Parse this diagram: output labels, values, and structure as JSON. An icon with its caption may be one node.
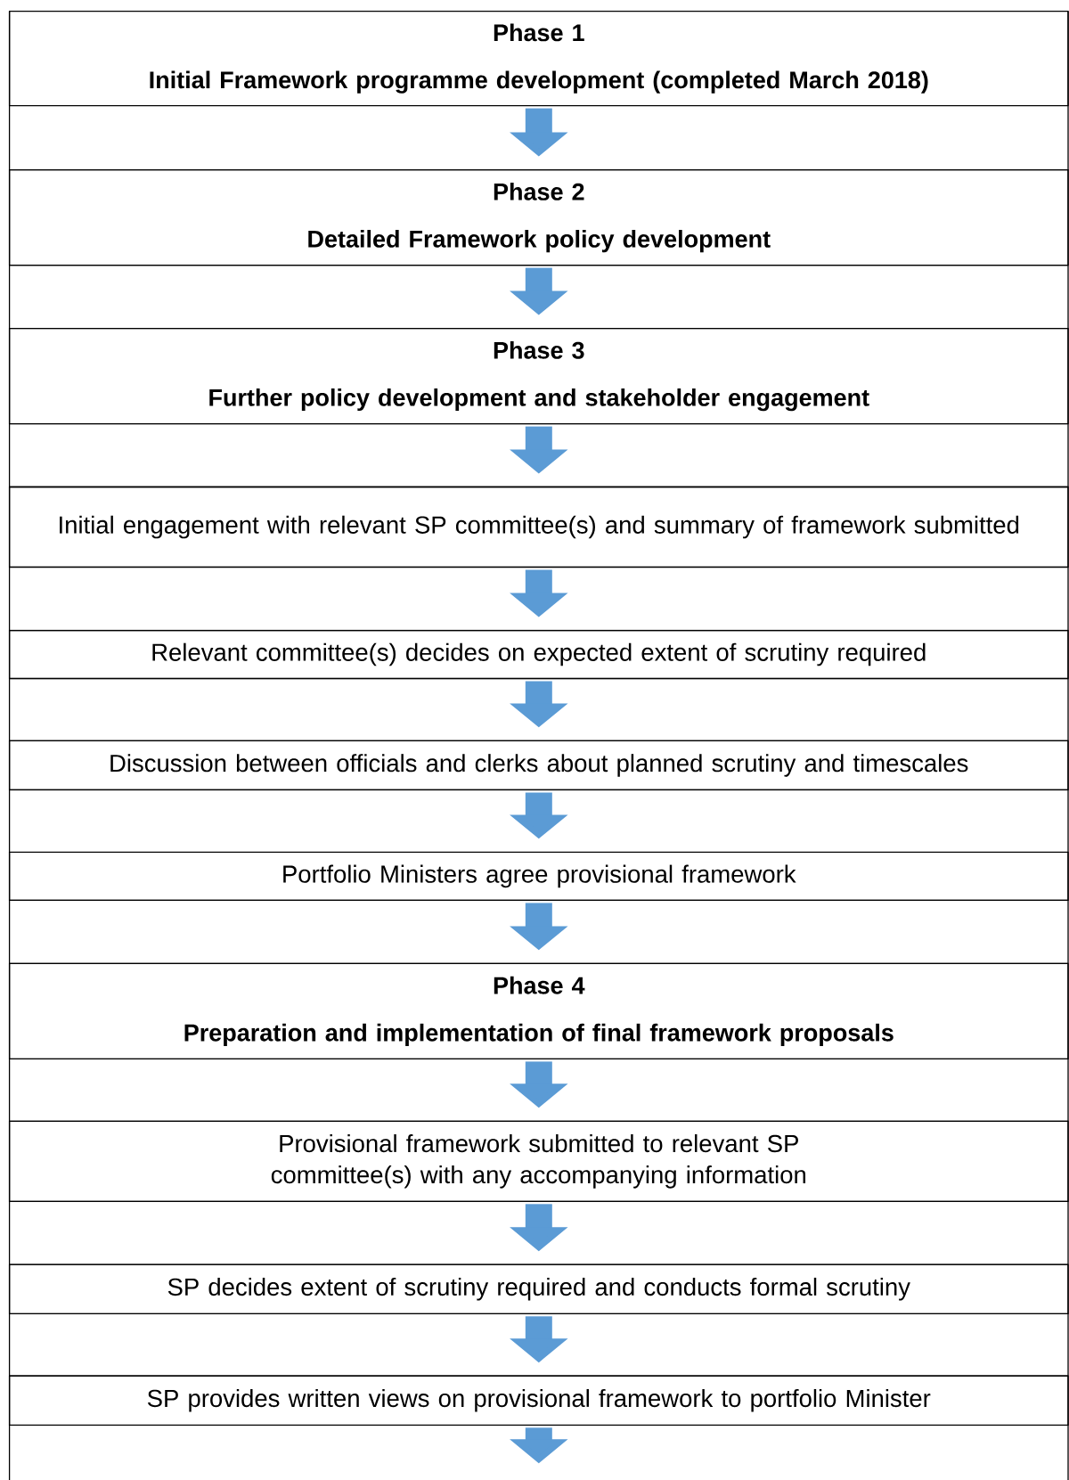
{
  "diagram": {
    "nodes": [
      {
        "text": [
          "Phase 1",
          "Initial Framework programme development (completed March 2018)"
        ]
      },
      {
        "text": [
          "Phase 2",
          "Detailed Framework policy development"
        ]
      },
      {
        "text": [
          "Phase 3",
          "Further policy development and stakeholder engagement"
        ]
      },
      {
        "text": [
          "Initial engagement with relevant SP committee(s) and summary of framework submitted"
        ]
      },
      {
        "text": [
          "Relevant committee(s) decides on expected extent of scrutiny required"
        ]
      },
      {
        "text": [
          "Discussion between officials and clerks about planned scrutiny and timescales"
        ]
      },
      {
        "text": [
          "Portfolio Ministers agree provisional framework"
        ]
      },
      {
        "text": [
          "Phase 4",
          "Preparation and implementation of final framework proposals"
        ]
      },
      {
        "text": [
          "Provisional framework submitted to relevant SP committee(s) with any accompanying information"
        ]
      },
      {
        "text": [
          "SP decides extent of scrutiny required and conducts formal scrutiny"
        ]
      },
      {
        "text": [
          "SP provides written views on provisional framework to portfolio Minister"
        ]
      }
    ],
    "edges": [
      {
        "from": 0,
        "to": 1,
        "arrow": "to"
      },
      {
        "from": 1,
        "to": 2,
        "arrow": "to"
      },
      {
        "from": 2,
        "to": 3,
        "arrow": "to"
      },
      {
        "from": 3,
        "to": 4,
        "arrow": "to"
      },
      {
        "from": 4,
        "to": 5,
        "arrow": "to"
      },
      {
        "from": 5,
        "to": 6,
        "arrow": "to"
      },
      {
        "from": 6,
        "to": 7,
        "arrow": "to"
      },
      {
        "from": 7,
        "to": 8,
        "arrow": "to"
      },
      {
        "from": 8,
        "to": 9,
        "arrow": "to"
      },
      {
        "from": 9,
        "to": 10,
        "arrow": "to"
      },
      {
        "from": 10,
        "to": null,
        "arrow": "to"
      }
    ]
  }
}
